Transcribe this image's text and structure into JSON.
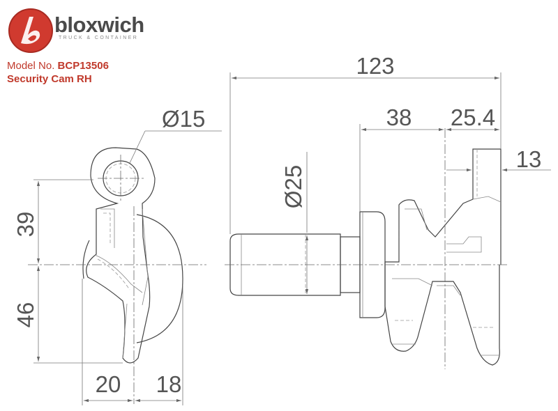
{
  "header": {
    "brand": "bloxwich",
    "tagline": "TRUCK & CONTAINER",
    "model_label": "Model No.",
    "model_number": "BCP13506",
    "product_name": "Security Cam RH"
  },
  "dimensions": {
    "overall_length": "123",
    "hole_diameter": "Ø15",
    "pin_diameter": "Ø25",
    "offset_38": "38",
    "offset_25_4": "25.4",
    "tab_thickness": "13",
    "upper_height": "39",
    "lower_height": "46",
    "left_width": "20",
    "right_width": "18"
  },
  "colors": {
    "brand_red": "#c0392b",
    "logo_grey": "#4a4a4a",
    "line": "#444444"
  }
}
